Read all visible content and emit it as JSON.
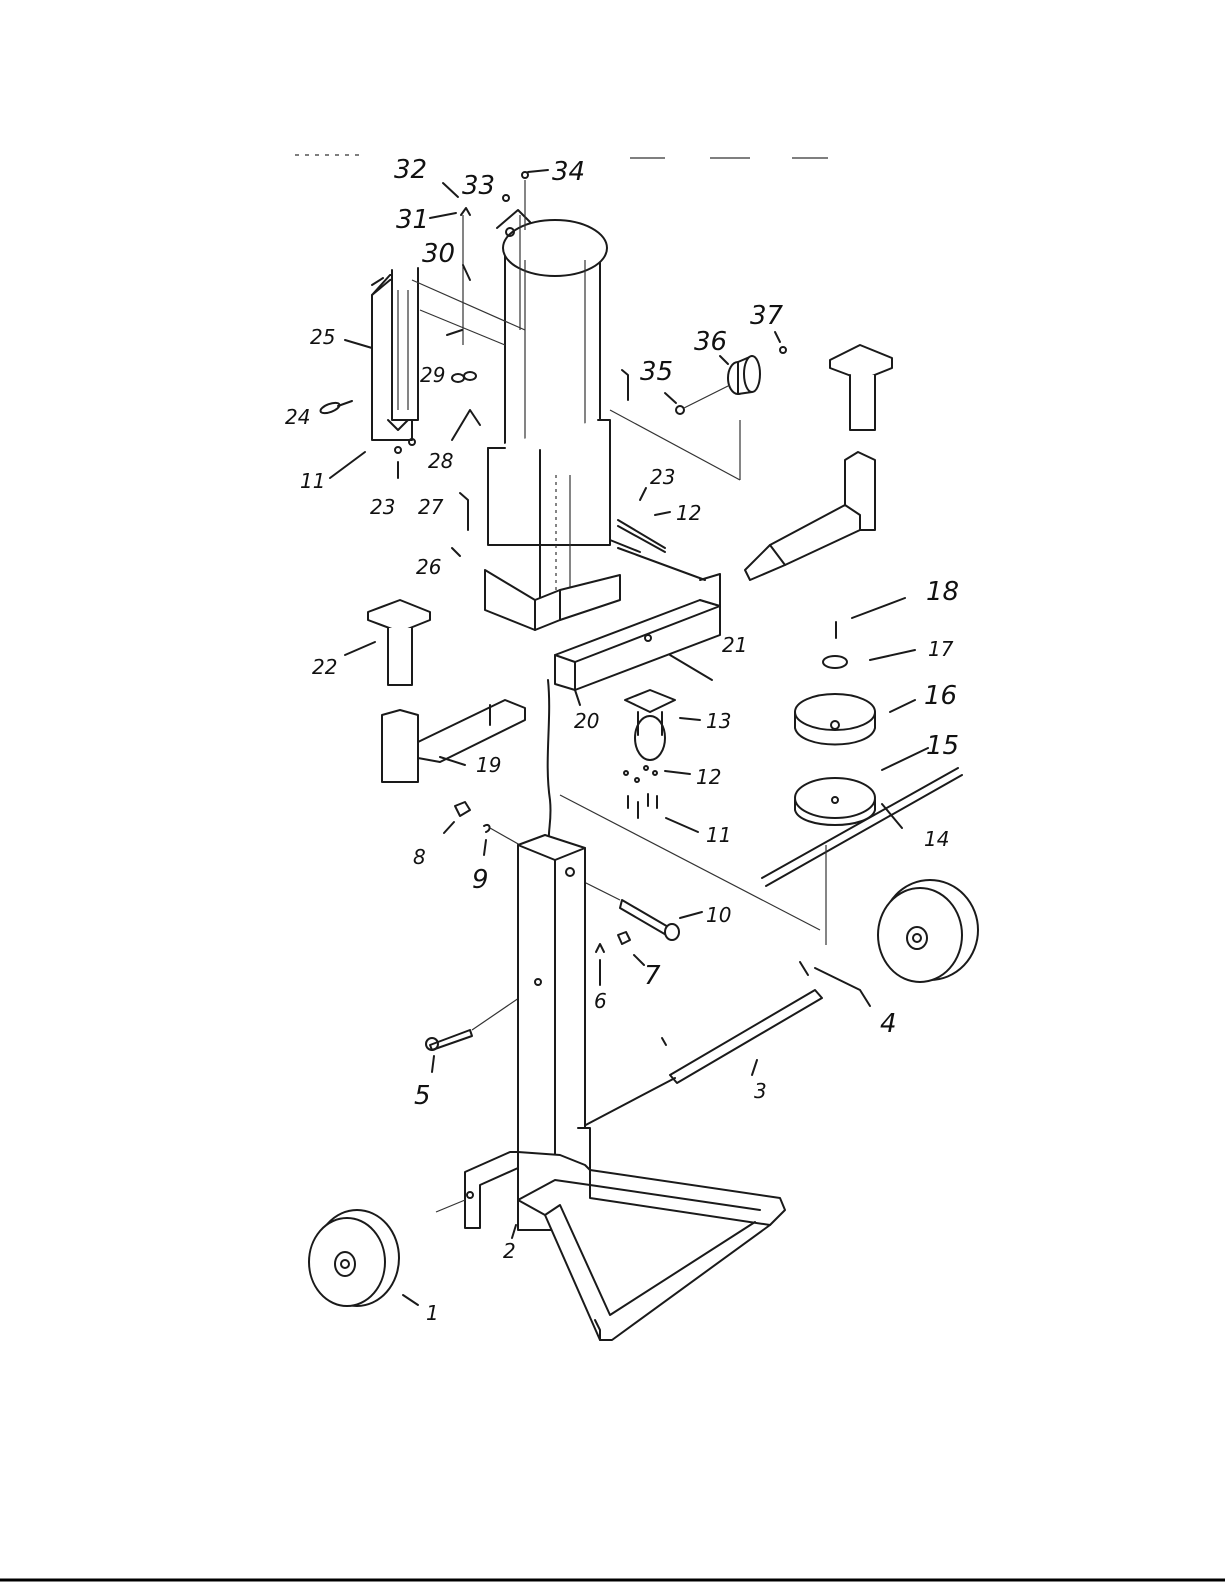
{
  "part_labels": [
    {
      "id": "1",
      "text": "1"
    },
    {
      "id": "2",
      "text": "2"
    },
    {
      "id": "3",
      "text": "3"
    },
    {
      "id": "4",
      "text": "4"
    },
    {
      "id": "5",
      "text": "5"
    },
    {
      "id": "6",
      "text": "6"
    },
    {
      "id": "7",
      "text": "7"
    },
    {
      "id": "8",
      "text": "8"
    },
    {
      "id": "9",
      "text": "9"
    },
    {
      "id": "10",
      "text": "10"
    },
    {
      "id": "11a",
      "text": "11"
    },
    {
      "id": "11b",
      "text": "11"
    },
    {
      "id": "12a",
      "text": "12"
    },
    {
      "id": "12b",
      "text": "12"
    },
    {
      "id": "13",
      "text": "13"
    },
    {
      "id": "14",
      "text": "14"
    },
    {
      "id": "15",
      "text": "15"
    },
    {
      "id": "16",
      "text": "16"
    },
    {
      "id": "17",
      "text": "17"
    },
    {
      "id": "18",
      "text": "18"
    },
    {
      "id": "19",
      "text": "19"
    },
    {
      "id": "20",
      "text": "20"
    },
    {
      "id": "21",
      "text": "21"
    },
    {
      "id": "22",
      "text": "22"
    },
    {
      "id": "23a",
      "text": "23"
    },
    {
      "id": "23b",
      "text": "23"
    },
    {
      "id": "24",
      "text": "24"
    },
    {
      "id": "25",
      "text": "25"
    },
    {
      "id": "26",
      "text": "26"
    },
    {
      "id": "27",
      "text": "27"
    },
    {
      "id": "28",
      "text": "28"
    },
    {
      "id": "29",
      "text": "29"
    },
    {
      "id": "30",
      "text": "30"
    },
    {
      "id": "31",
      "text": "31"
    },
    {
      "id": "32",
      "text": "32"
    },
    {
      "id": "33",
      "text": "33"
    },
    {
      "id": "34",
      "text": "34"
    },
    {
      "id": "35",
      "text": "35"
    },
    {
      "id": "36",
      "text": "36"
    },
    {
      "id": "37",
      "text": "37"
    }
  ]
}
